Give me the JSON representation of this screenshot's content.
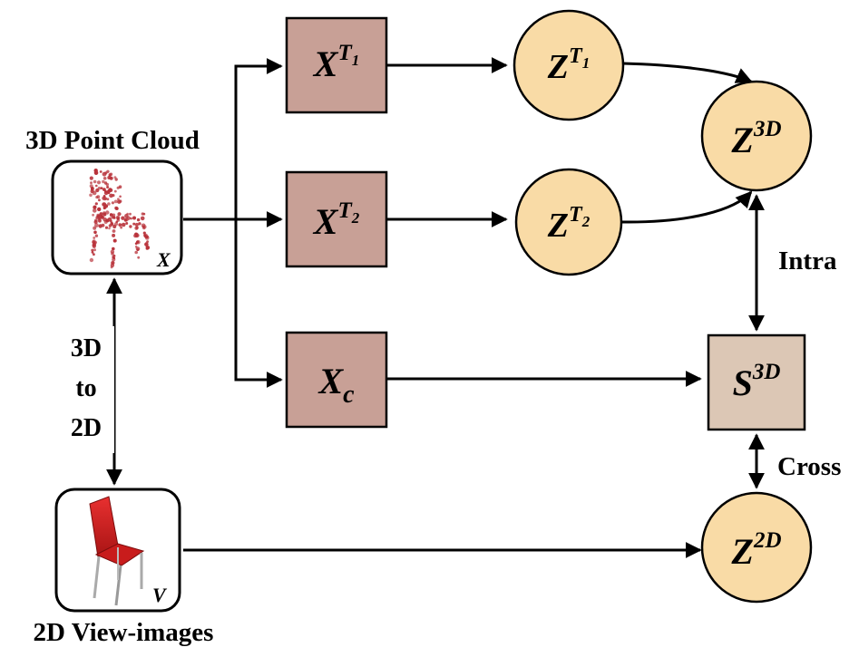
{
  "labels": {
    "point_cloud_title": "3D Point Cloud",
    "view_images_title": "2D View-images",
    "point_cloud_var": "X",
    "view_images_var": "V",
    "conversion_line1": "3D",
    "conversion_line2": "to",
    "conversion_line3": "2D",
    "intra": "Intra",
    "cross": "Cross"
  },
  "nodes": {
    "xt1": {
      "base": "X",
      "sup": "T",
      "sub": "1"
    },
    "xt2": {
      "base": "X",
      "sup": "T",
      "sub": "2"
    },
    "xc": {
      "base": "X",
      "sub": "c"
    },
    "zt1": {
      "base": "Z",
      "sup": "T",
      "sub": "1"
    },
    "zt2": {
      "base": "Z",
      "sup": "T",
      "sub": "2"
    },
    "z3d": {
      "base": "Z",
      "sup": "3D"
    },
    "s3d": {
      "base": "S",
      "sup": "3D"
    },
    "z2d": {
      "base": "Z",
      "sup": "2D"
    }
  },
  "colors": {
    "transform_box": "#c8a096",
    "similarity_box": "#dcc7b5",
    "embedding_circle": "#f9dba6",
    "point_cloud_points": "#b8323a",
    "chair_red": "#d42424"
  }
}
